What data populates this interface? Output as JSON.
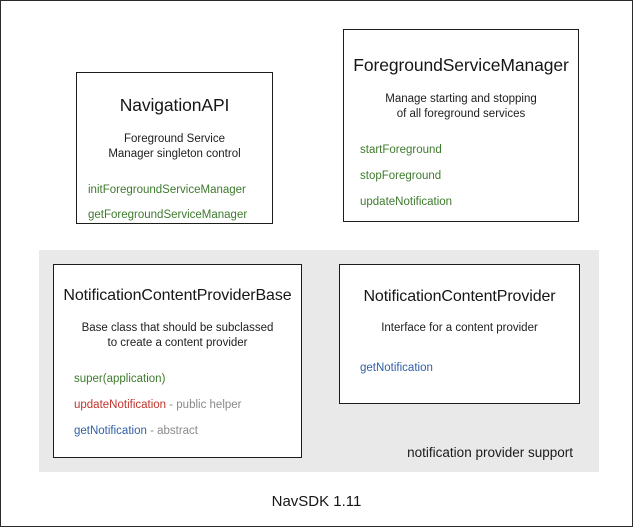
{
  "diagram": {
    "footer_caption": "NavSDK 1.11",
    "group_panel": {
      "label": "notification provider support"
    },
    "boxes": [
      {
        "key": "navigation_api",
        "title": "NavigationAPI",
        "description_lines": [
          "Foreground Service",
          "Manager singleton control"
        ],
        "members": [
          {
            "name": "initForegroundServiceManager",
            "note": "",
            "color": "#3f7a2e"
          },
          {
            "name": "getForegroundServiceManager",
            "note": "",
            "color": "#3f7a2e"
          }
        ]
      },
      {
        "key": "foreground_service_manager",
        "title": "ForegroundServiceManager",
        "description_lines": [
          "Manage starting and stopping",
          "of all foreground services"
        ],
        "members": [
          {
            "name": "startForeground",
            "note": "",
            "color": "#3f7a2e"
          },
          {
            "name": "stopForeground",
            "note": "",
            "color": "#3f7a2e"
          },
          {
            "name": "updateNotification",
            "note": "",
            "color": "#3f7a2e"
          }
        ]
      },
      {
        "key": "notification_content_provider_base",
        "title": "NotificationContentProviderBase",
        "description_lines": [
          "Base class that should be subclassed",
          "to create a content provider"
        ],
        "members": [
          {
            "name": "super(application)",
            "note": "",
            "color": "#3f7a2e"
          },
          {
            "name": "updateNotification",
            "note": " - public helper",
            "color": "#c0342c"
          },
          {
            "name": "getNotification",
            "note": " - abstract",
            "color": "#3160a8"
          }
        ]
      },
      {
        "key": "notification_content_provider",
        "title": "NotificationContentProvider",
        "description_lines": [
          "Interface for a content provider"
        ],
        "members": [
          {
            "name": "getNotification",
            "note": "",
            "color": "#3160a8"
          }
        ]
      }
    ]
  },
  "colors": {
    "method_green": "#3f7a2e",
    "method_red": "#c0342c",
    "method_blue": "#3160a8",
    "note_gray": "#8a8a8a",
    "panel_gray": "#e9e9e9",
    "border_dark": "#1c1c1c"
  }
}
